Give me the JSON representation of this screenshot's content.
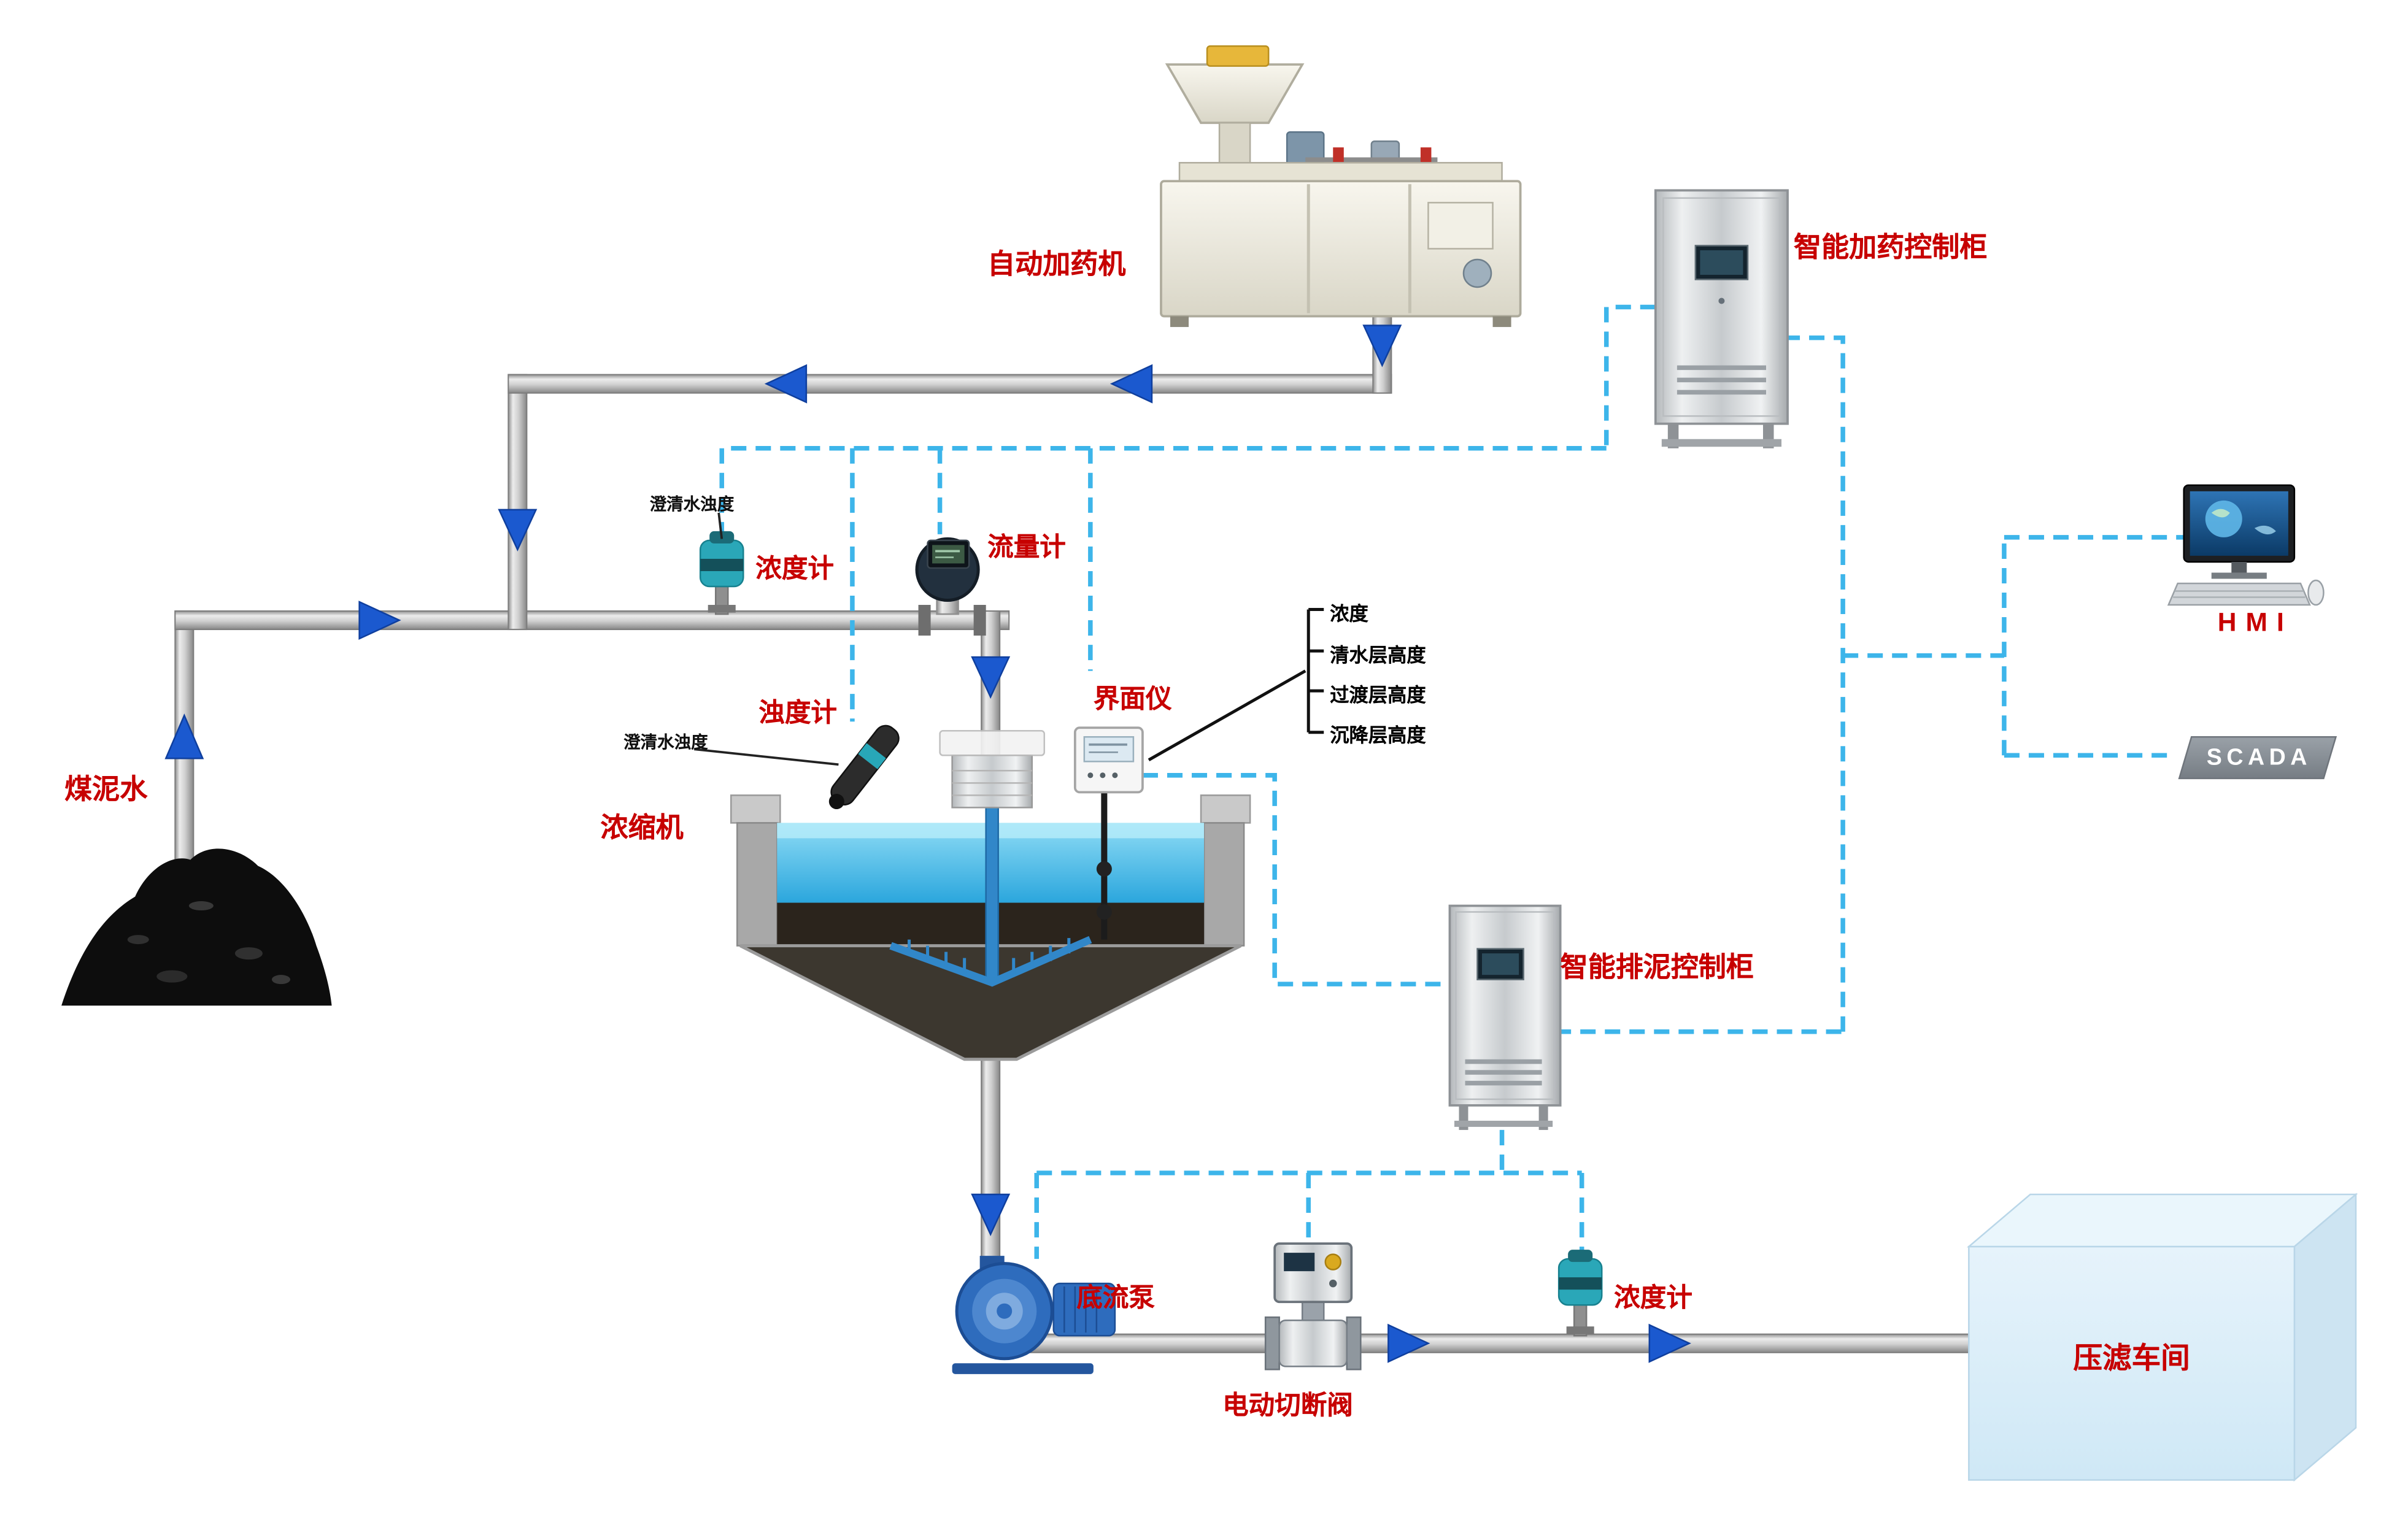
{
  "labels": {
    "coal_slurry_water": "煤泥水",
    "auto_dosing_machine": "自动加药机",
    "smart_dosing_control_cabinet": "智能加药控制柜",
    "hmi": "HMI",
    "scada": "SCADA",
    "density_meter_top": "浓度计",
    "clarified_water_turbidity_top": "澄清水浊度",
    "flow_meter": "流量计",
    "turbidity_meter": "浊度计",
    "clarified_water_turbidity_side": "澄清水浊度",
    "thickener": "浓缩机",
    "interface_meter": "界面仪",
    "interface_measurements": [
      "浓度",
      "清水层高度",
      "过渡层高度",
      "沉降层高度"
    ],
    "smart_sludge_control_cabinet": "智能排泥控制柜",
    "underflow_pump": "底流泵",
    "electric_shutoff_valve": "电动切断阀",
    "density_meter_bottom": "浓度计",
    "filter_press_workshop": "压滤车间"
  },
  "colors": {
    "label_red": "#c70000",
    "note_black": "#111111",
    "signal_line_blue": "#3db5ea",
    "flow_arrow_blue": "#1b59cf",
    "pipe_gray": "#b5b5b5",
    "water_blue": "#2ba6dd",
    "sensor_teal": "#2aa7b8",
    "pump_blue": "#2e6cbd",
    "workshop_light_blue": "#ddeffa",
    "scada_badge_gray": "#8a9198"
  }
}
